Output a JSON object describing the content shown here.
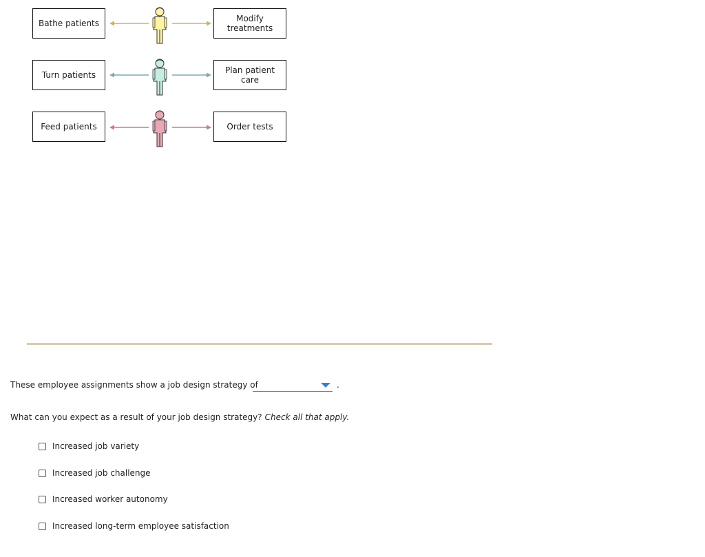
{
  "diagram": {
    "rows": [
      {
        "left_task": "Bathe patients",
        "right_task": "Modify treatments",
        "color": "#c9b55a",
        "figure_fill": "#fff3a6"
      },
      {
        "left_task": "Turn patients",
        "right_task": "Plan patient care",
        "color": "#7fa7b4",
        "figure_fill": "#c7ece2"
      },
      {
        "left_task": "Feed patients",
        "right_task": "Order tests",
        "color": "#c97a86",
        "figure_fill": "#e8a9b4"
      }
    ]
  },
  "question1": {
    "text": "These employee assignments show a job design strategy of",
    "dropdown_value": "",
    "dropdown_icon": "chevron-down-icon",
    "period": "."
  },
  "question2": {
    "text": "What can you expect as a result of your job design strategy?",
    "hint": "Check all that apply.",
    "options": [
      {
        "label": "Increased job variety",
        "checked": false
      },
      {
        "label": "Increased job challenge",
        "checked": false
      },
      {
        "label": "Increased worker autonomy",
        "checked": false
      },
      {
        "label": "Increased long-term employee satisfaction",
        "checked": false
      }
    ]
  },
  "colors": {
    "divider": "#d8cbae",
    "dropdown_accent": "#3c80c4"
  }
}
